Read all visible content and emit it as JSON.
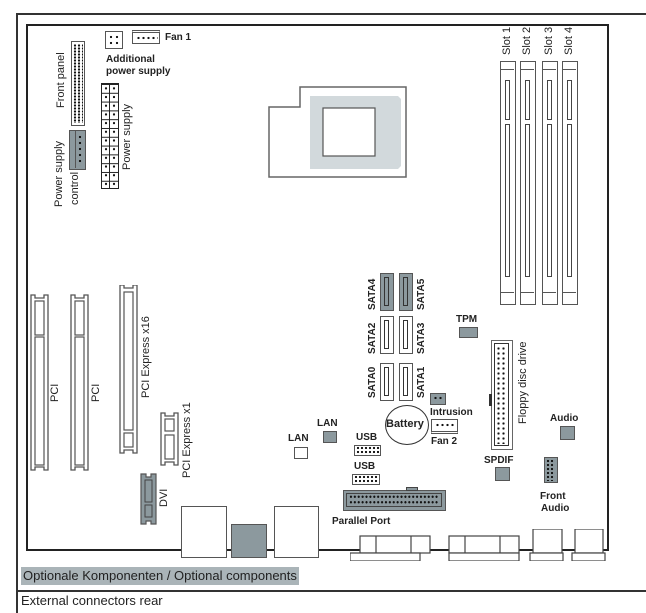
{
  "diagram": {
    "title_components": {
      "fan1": "Fan 1",
      "additional_power_supply": [
        "Additional",
        "power supply"
      ],
      "front_panel": "Front panel",
      "power_supply": "Power supply",
      "power_supply_control": [
        "Power supply",
        "control"
      ],
      "memory_slots": [
        "Slot 1",
        "Slot 2",
        "Slot 3",
        "Slot 4"
      ],
      "sata": [
        "SATA4",
        "SATA5",
        "SATA2",
        "SATA3",
        "SATA0",
        "SATA1"
      ],
      "tpm": "TPM",
      "floppy": "Floppy disc drive",
      "intrusion": "Intrusion",
      "battery": "Battery",
      "fan2": "Fan 2",
      "usb_1": "USB",
      "usb_2": "USB",
      "lan_1": "LAN",
      "lan_2": "LAN",
      "audio": "Audio",
      "spdif": "SPDIF",
      "front_audio": [
        "Front",
        "Audio"
      ],
      "parallel_port": "Parallel Port",
      "pci_1": "PCI",
      "pci_2": "PCI",
      "pcie_x16": "PCI Express x16",
      "pcie_x1": "PCI Express x1",
      "dvi": "DVI"
    },
    "legend": {
      "optional": "Optionale Komponenten / Optional components",
      "external": "External connectors rear"
    },
    "colors": {
      "optional_fill": "#8c999e",
      "legend_bg": "#aab4b8",
      "cpu_socket_fill": "#d2d9dc",
      "line": "#222222"
    }
  }
}
